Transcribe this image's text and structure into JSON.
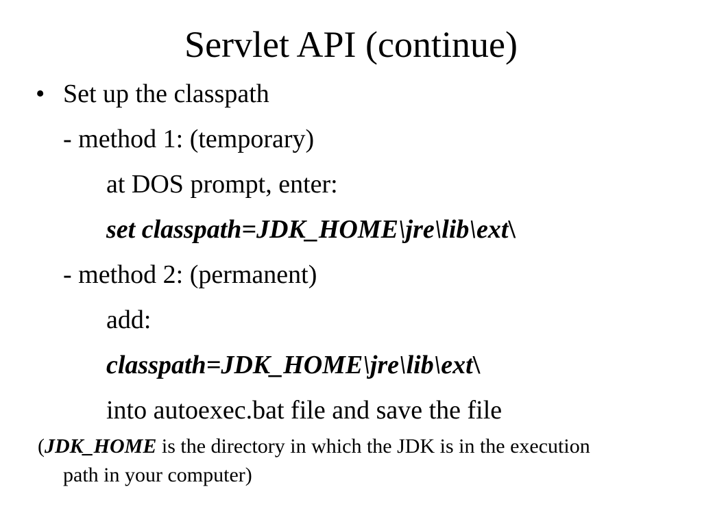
{
  "slide": {
    "title": "Servlet API (continue)",
    "bullet_symbol": "•",
    "lines": {
      "setup": "Set up the classpath",
      "method1": "- method 1: (temporary)",
      "dos_prompt": "at DOS prompt, enter:",
      "set_cmd_main": "set classpath=JDK_HOME\\jre\\lib\\ext",
      "set_cmd_tail": "\\",
      "method2": "- method 2: (permanent)",
      "add": "add:",
      "classpath_main": "classpath=JDK_HOME\\jre\\lib\\ext",
      "classpath_tail": "\\",
      "autoexec": "into autoexec.bat file and save the file"
    },
    "note": {
      "open_paren": "(",
      "jdk_home": "JDK_HOME",
      "rest_line1": " is the directory in which the JDK is in the execution",
      "line2": "path in your computer)"
    }
  }
}
